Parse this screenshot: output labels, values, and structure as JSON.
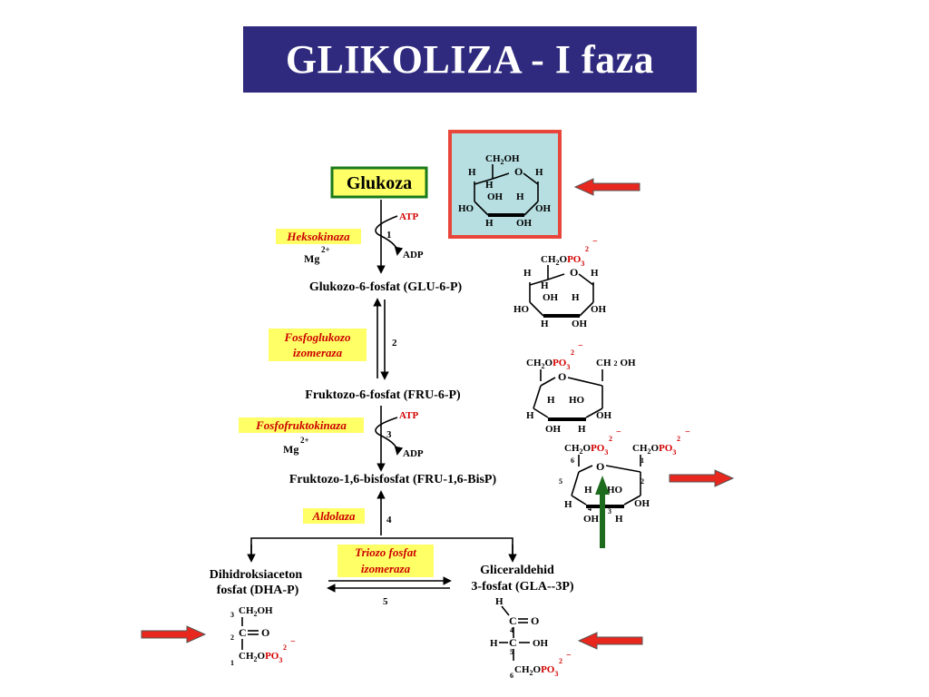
{
  "title": "GLIKOLIZA - I faza",
  "colors": {
    "title_bg": "#2f2a7e",
    "enzyme_bg": "#ffff66",
    "enzyme_text": "#cc0000",
    "glucose_border": "#1a7a1a",
    "highlight_box": "#e8463a",
    "highlight_fill": "#b7dfe2",
    "arrow_red": "#e8281e",
    "arrow_green": "#1d6b1d"
  },
  "glukoza": "Glukoza",
  "steps": {
    "s1": "1",
    "s2": "2",
    "s3": "3",
    "s4": "4",
    "s5": "5"
  },
  "cofactors": {
    "atp1": "ATP",
    "adp1": "ADP",
    "atp3": "ATP",
    "adp3": "ADP",
    "mg": "Mg",
    "mg_charge": "2+"
  },
  "enzymes": {
    "heksokinaza": "Heksokinaza",
    "fosfoglukozo_1": "Fosfoglukozo",
    "fosfoglukozo_2": "izomeraza",
    "fosfofruktokinaza": "Fosfofruktokinaza",
    "aldolaza": "Aldolaza",
    "triozo_1": "Triozo fosfat",
    "triozo_2": "izomeraza"
  },
  "compounds": {
    "g6p": "Glukozo-6-fosfat (GLU-6-P)",
    "f6p": "Fruktozo-6-fosfat (FRU-6-P)",
    "fbp": "Fruktozo-1,6-bisfosfat (FRU-1,6-BisP)",
    "dha_1": "Dihidroksiaceton",
    "dha_2": "fosfat (DHA-P)",
    "gla_1": "Gliceraldehid",
    "gla_2": "3-fosfat (GLA--3P)"
  },
  "atoms": {
    "H": "H",
    "O": "O",
    "C": "C",
    "OH": "OH",
    "HO": "HO",
    "CH": "CH",
    "sub2": "2",
    "sub3": "3",
    "PO": "PO",
    "minus": "−",
    "eq_O": "O"
  },
  "numbers": {
    "n1": "1",
    "n2": "2",
    "n3": "3",
    "n4": "4",
    "n5": "5",
    "n6": "6"
  }
}
